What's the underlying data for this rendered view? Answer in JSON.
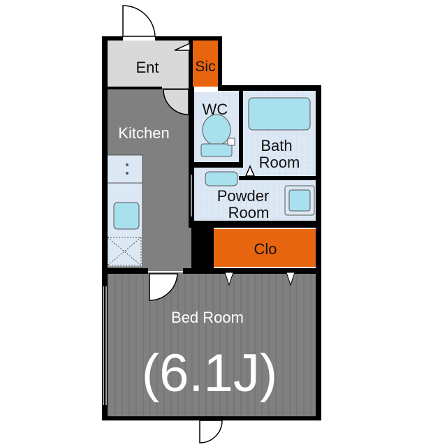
{
  "rooms": {
    "entrance": "Ent",
    "shoe_closet": "Sic",
    "kitchen": "Kitchen",
    "toilet": "WC",
    "bath_line1": "Bath",
    "bath_line2": "Room",
    "powder_line1": "Powder",
    "powder_line2": "Room",
    "closet": "Clo",
    "bedroom": "Bed Room",
    "bedroom_size": "(6.1J)"
  },
  "colors": {
    "wall": "#000000",
    "floor_gray": "#808080",
    "floor_light": "#d9d9d9",
    "wet_area": "#dde8f5",
    "fixture": "#a8e0ee",
    "closet": "#e8650f",
    "text_light": "#ffffff"
  }
}
